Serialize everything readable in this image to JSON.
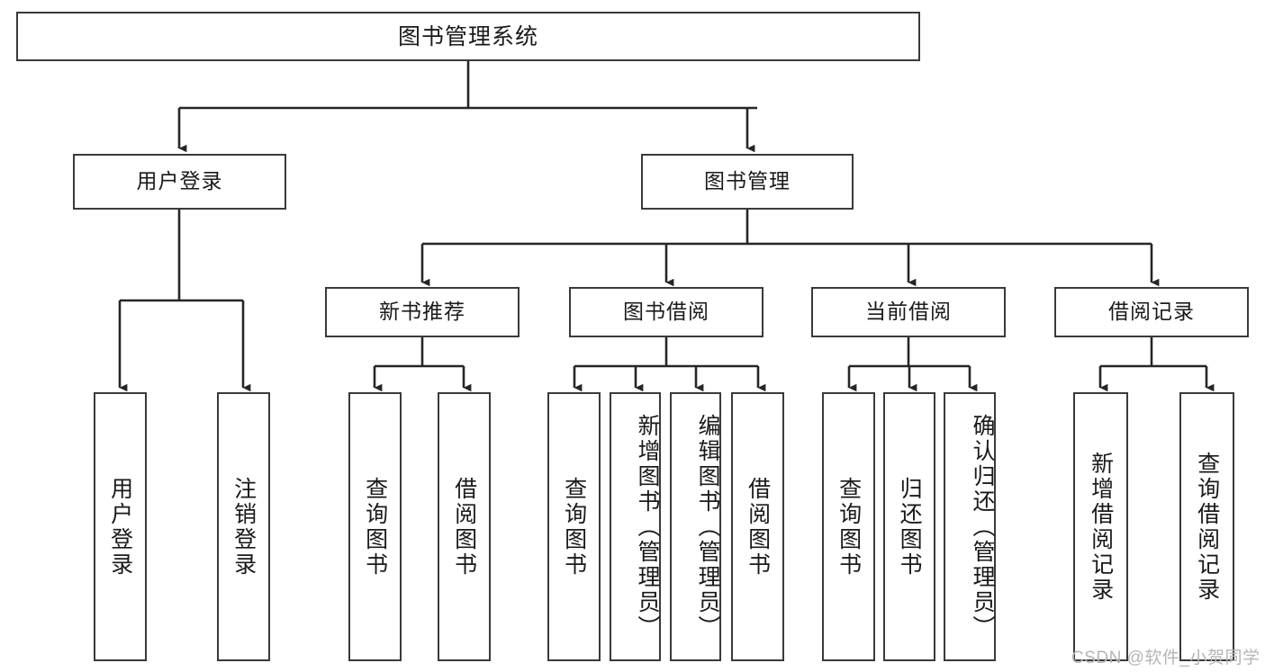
{
  "diagram": {
    "title": "图书管理系统",
    "type": "tree-hierarchy-diagram",
    "root": {
      "label": "图书管理系统"
    },
    "level2": [
      {
        "label": "用户登录"
      },
      {
        "label": "图书管理"
      }
    ],
    "level3": [
      {
        "label": "新书推荐"
      },
      {
        "label": "图书借阅"
      },
      {
        "label": "当前借阅"
      },
      {
        "label": "借阅记录"
      }
    ],
    "leaves": {
      "user_login": [
        {
          "label": "用户登录"
        },
        {
          "label": "注销登录"
        }
      ],
      "new_book_recommend": [
        {
          "label": "查询图书"
        },
        {
          "label": "借阅图书"
        }
      ],
      "book_borrow": [
        {
          "label": "查询图书"
        },
        {
          "label": "新增图书（管理员）"
        },
        {
          "label": "编辑图书（管理员）"
        },
        {
          "label": "借阅图书"
        }
      ],
      "current_borrow": [
        {
          "label": "查询图书"
        },
        {
          "label": "归还图书"
        },
        {
          "label": "确认归还（管理员）"
        }
      ],
      "borrow_records": [
        {
          "label": "新增借阅记录"
        },
        {
          "label": "查询借阅记录"
        }
      ]
    }
  },
  "watermark": {
    "text": "CSDN @软件_小贺同学"
  },
  "colors": {
    "border": "#3a3a3a",
    "text": "#1a1a1a",
    "background": "#ffffff",
    "watermark": "#b5b5b5"
  }
}
